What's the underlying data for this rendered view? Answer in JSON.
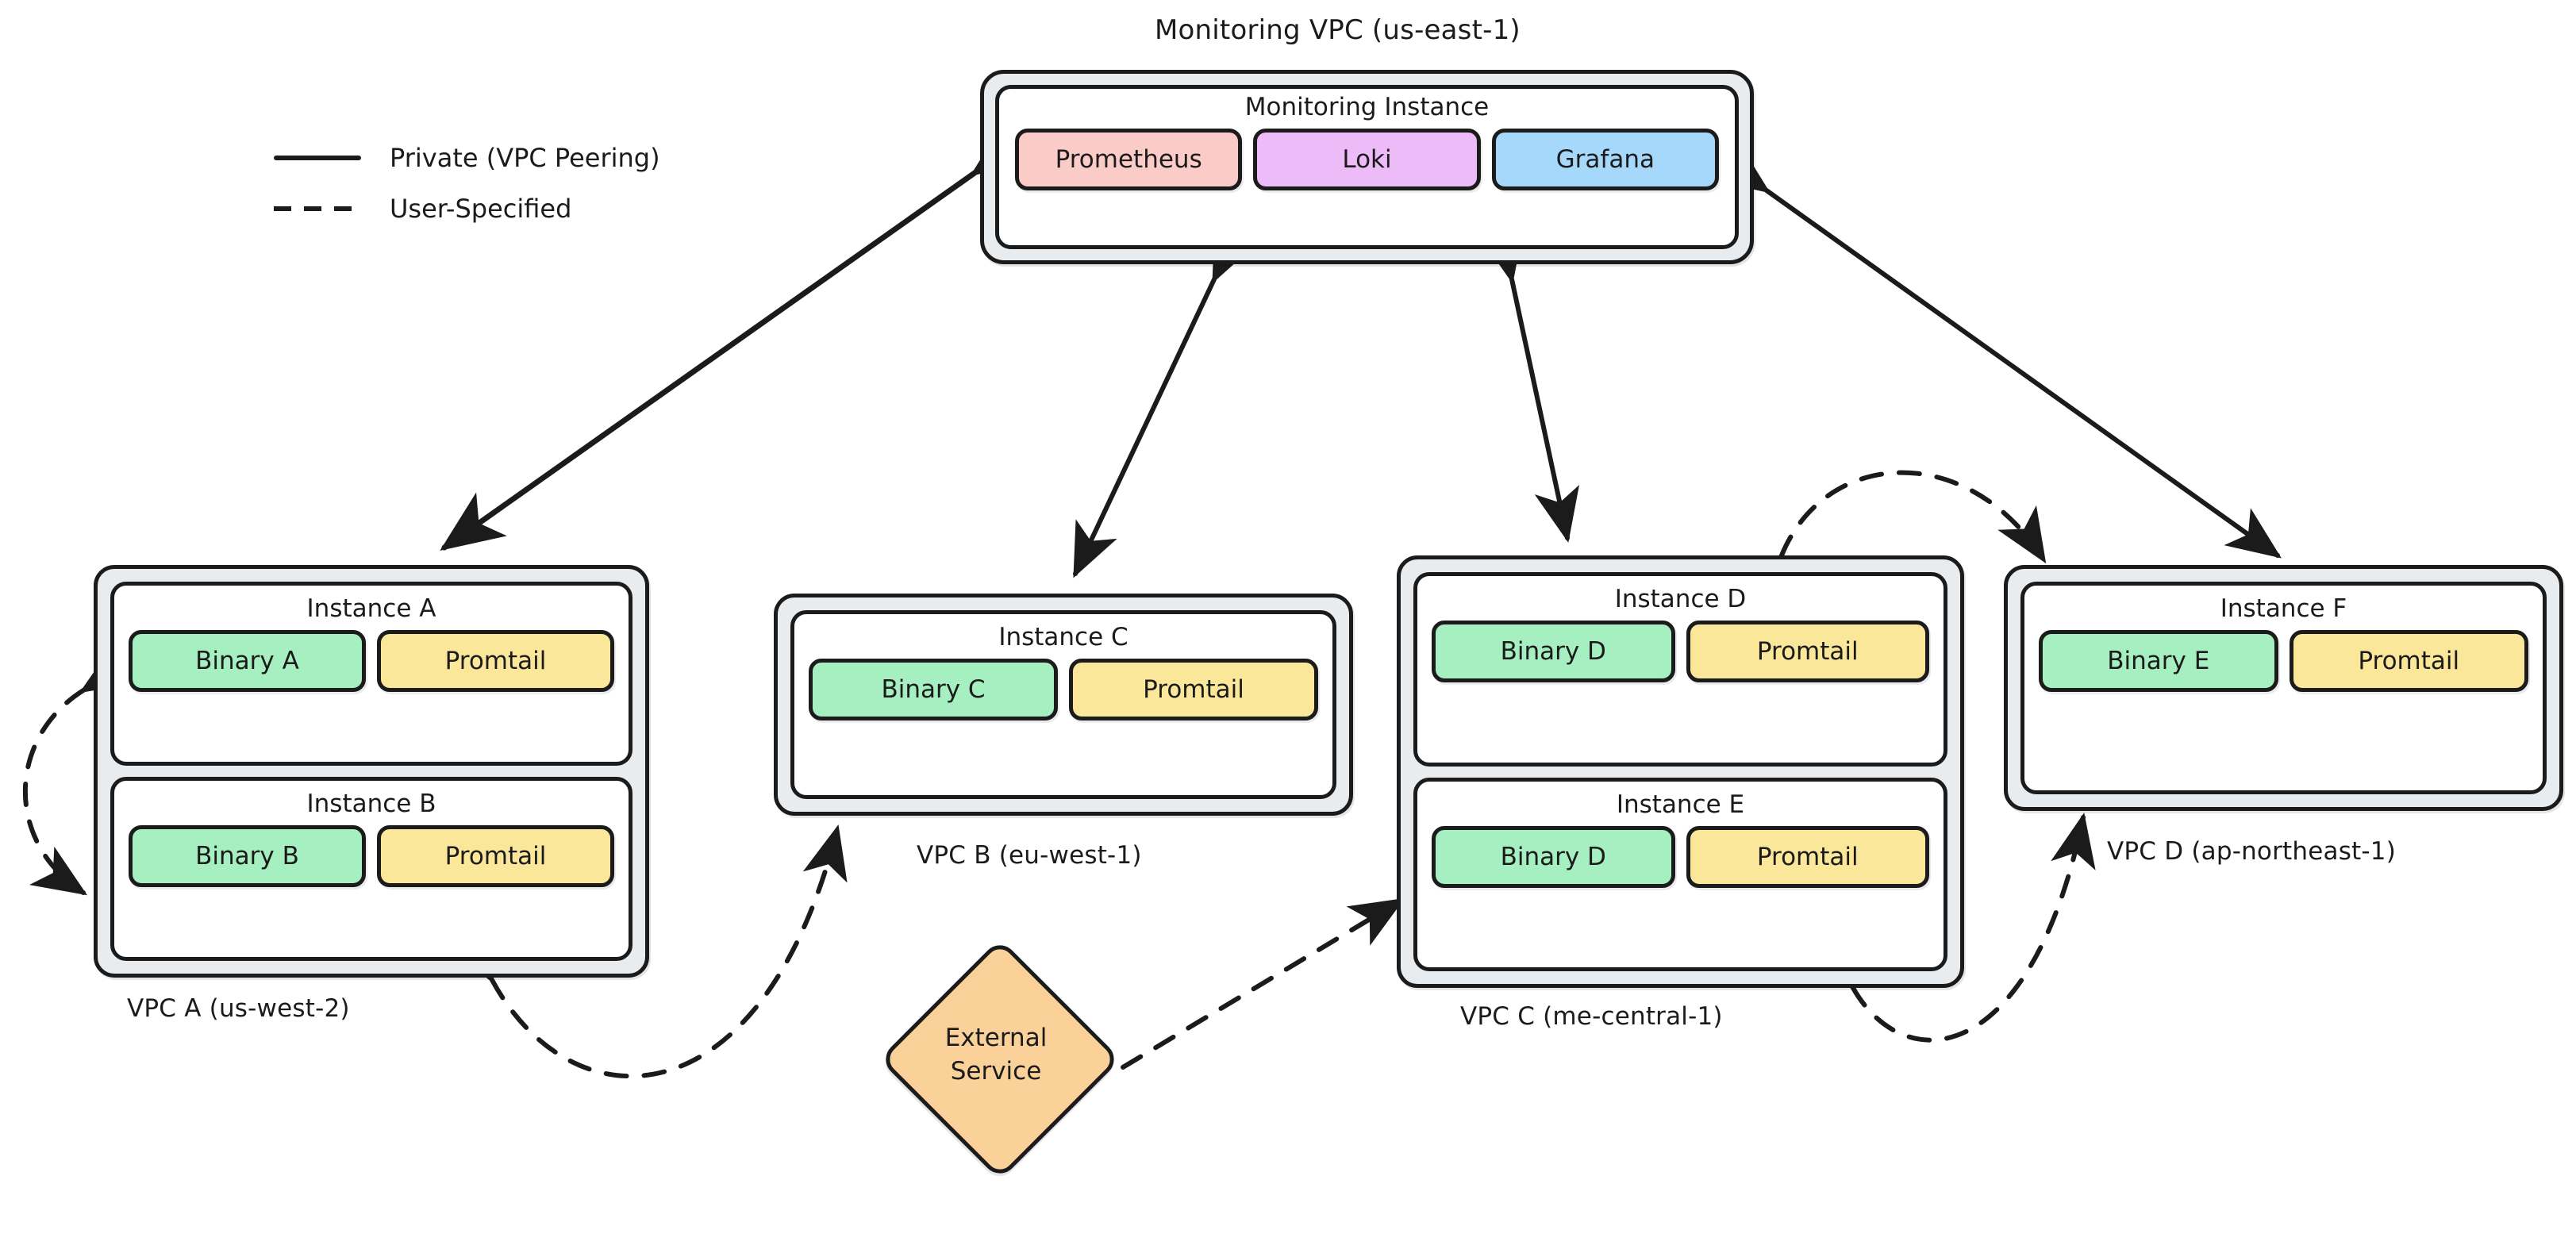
{
  "legend": {
    "items": [
      {
        "style": "solid",
        "label": "Private (VPC Peering)"
      },
      {
        "style": "dashed",
        "label": "User-Specified"
      }
    ]
  },
  "monitoring_vpc": {
    "label": "Monitoring VPC (us-east-1)",
    "instance": {
      "title": "Monitoring Instance",
      "services": [
        {
          "name": "Prometheus",
          "color": "#fbcbc8"
        },
        {
          "name": "Loki",
          "color": "#edbbf7"
        },
        {
          "name": "Grafana",
          "color": "#a6d8fb"
        }
      ]
    }
  },
  "vpcs": [
    {
      "id": "vpc-a",
      "label": "VPC A (us-west-2)",
      "instances": [
        {
          "title": "Instance A",
          "services": [
            {
              "name": "Binary A",
              "color": "#a5efc0"
            },
            {
              "name": "Promtail",
              "color": "#fbe79a"
            }
          ]
        },
        {
          "title": "Instance B",
          "services": [
            {
              "name": "Binary B",
              "color": "#a5efc0"
            },
            {
              "name": "Promtail",
              "color": "#fbe79a"
            }
          ]
        }
      ]
    },
    {
      "id": "vpc-b",
      "label": "VPC B (eu-west-1)",
      "instances": [
        {
          "title": "Instance C",
          "services": [
            {
              "name": "Binary C",
              "color": "#a5efc0"
            },
            {
              "name": "Promtail",
              "color": "#fbe79a"
            }
          ]
        }
      ]
    },
    {
      "id": "vpc-c",
      "label": "VPC C (me-central-1)",
      "instances": [
        {
          "title": "Instance D",
          "services": [
            {
              "name": "Binary D",
              "color": "#a5efc0"
            },
            {
              "name": "Promtail",
              "color": "#fbe79a"
            }
          ]
        },
        {
          "title": "Instance E",
          "services": [
            {
              "name": "Binary D",
              "color": "#a5efc0"
            },
            {
              "name": "Promtail",
              "color": "#fbe79a"
            }
          ]
        }
      ]
    },
    {
      "id": "vpc-d",
      "label": "VPC D (ap-northeast-1)",
      "instances": [
        {
          "title": "Instance F",
          "services": [
            {
              "name": "Binary E",
              "color": "#a5efc0"
            },
            {
              "name": "Promtail",
              "color": "#fbe79a"
            }
          ]
        }
      ]
    }
  ],
  "external_service": {
    "line1": "External",
    "line2": "Service"
  },
  "connections": [
    {
      "from": "monitoring-vpc",
      "to": "vpc-a",
      "style": "solid",
      "direction": "bidirectional"
    },
    {
      "from": "monitoring-vpc",
      "to": "vpc-b",
      "style": "solid",
      "direction": "bidirectional"
    },
    {
      "from": "monitoring-vpc",
      "to": "vpc-c",
      "style": "solid",
      "direction": "bidirectional"
    },
    {
      "from": "monitoring-vpc",
      "to": "vpc-d",
      "style": "solid",
      "direction": "bidirectional"
    },
    {
      "from": "vpc-a",
      "to": "vpc-a",
      "style": "dashed",
      "direction": "bidirectional"
    },
    {
      "from": "vpc-a",
      "to": "vpc-b",
      "style": "dashed",
      "direction": "bidirectional"
    },
    {
      "from": "vpc-c",
      "to": "vpc-d",
      "style": "dashed",
      "direction": "bidirectional"
    },
    {
      "from": "vpc-d",
      "to": "vpc-c",
      "style": "dashed",
      "direction": "bidirectional"
    },
    {
      "from": "external-service",
      "to": "vpc-c",
      "style": "dashed",
      "direction": "one-way"
    }
  ],
  "palette": {
    "ink": "#1b1b1b",
    "vpc_fill": "#e8ecef",
    "instance_fill": "#ffffff",
    "binary": "#a5efc0",
    "promtail": "#fbe79a",
    "prometheus": "#fbcbc8",
    "loki": "#edbbf7",
    "grafana": "#a6d8fb",
    "external": "#fbd19a"
  }
}
